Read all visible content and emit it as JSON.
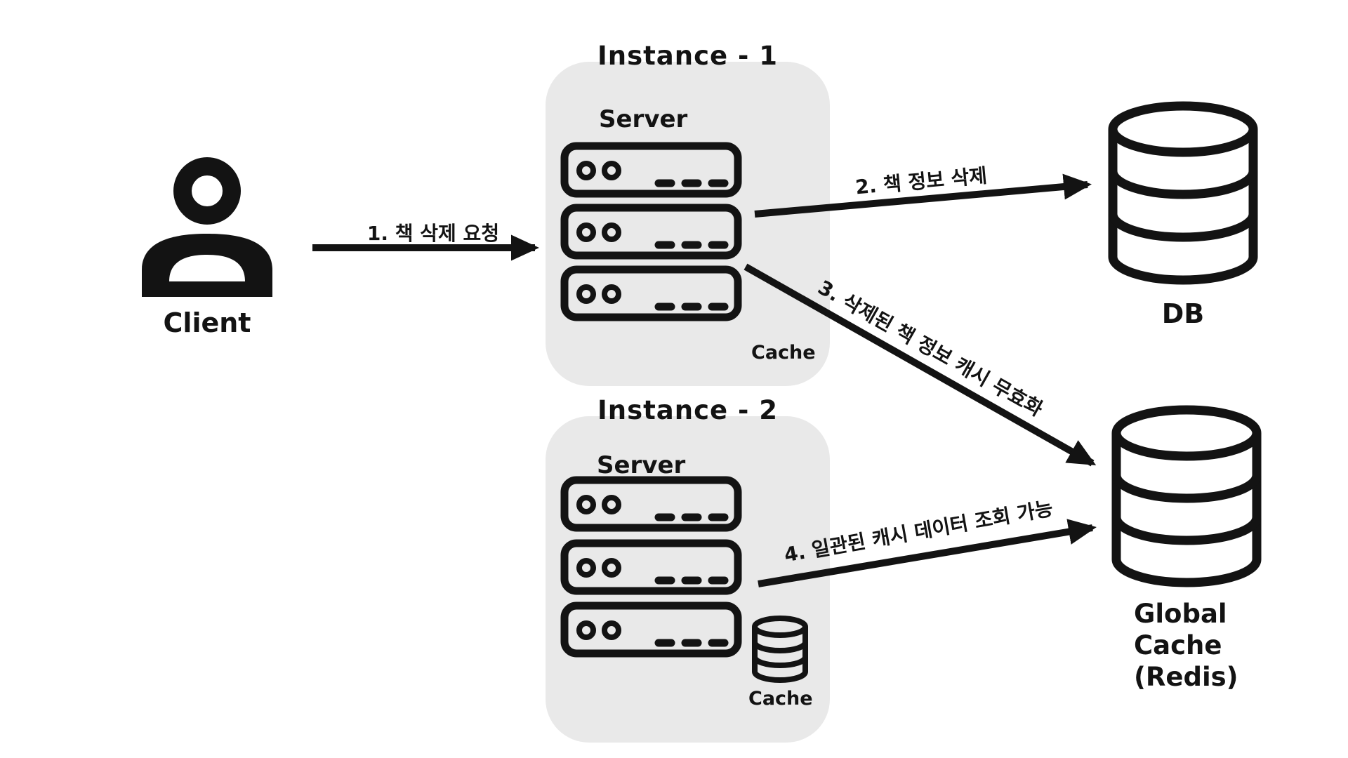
{
  "diagram": {
    "colors": {
      "background": "#ffffff",
      "ink": "#131313",
      "panel": "#e9e9e9"
    },
    "client": {
      "label": "Client"
    },
    "instances": [
      {
        "title": "Instance - 1",
        "server_label": "Server",
        "cache_label": "Cache"
      },
      {
        "title": "Instance - 2",
        "server_label": "Server",
        "cache_label": "Cache"
      }
    ],
    "db": {
      "label": "DB"
    },
    "global_cache": {
      "label_lines": [
        "Global",
        "Cache",
        "(Redis)"
      ]
    },
    "arrows": [
      {
        "label": "1. 책 삭제 요청"
      },
      {
        "label": "2. 책 정보 삭제"
      },
      {
        "label": "3. 삭제된 책 정보 캐시 무효화"
      },
      {
        "label": "4. 일관된 캐시 데이터 조회 가능"
      }
    ]
  }
}
